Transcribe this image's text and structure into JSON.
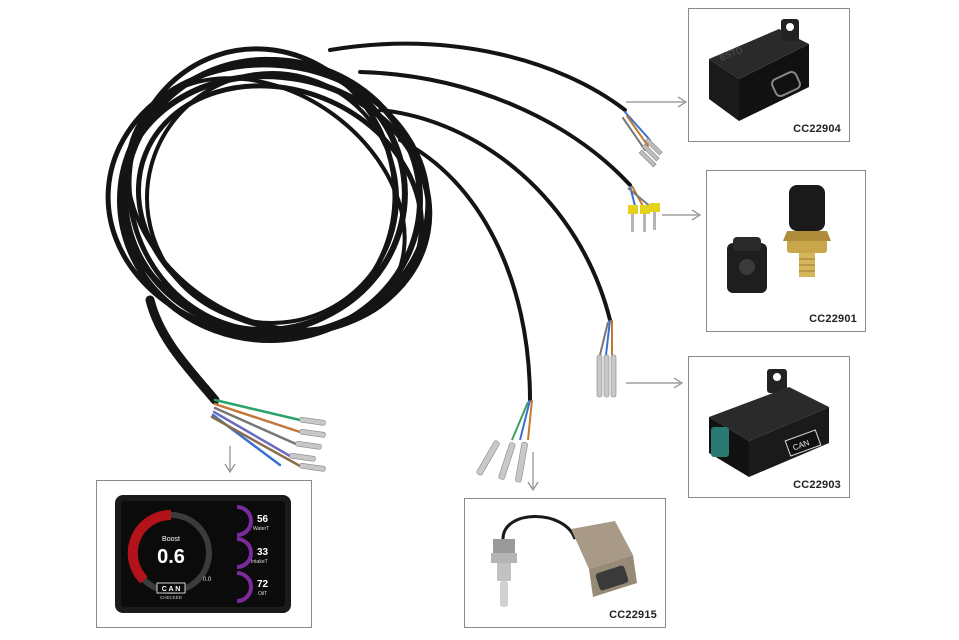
{
  "products": [
    {
      "code": "CC22904"
    },
    {
      "code": "CC22901"
    },
    {
      "code": "CC22903"
    },
    {
      "code": "CC22915"
    }
  ],
  "display": {
    "gauge_label": "Boost",
    "gauge_value": "0.6",
    "gauge_min": "0.0",
    "brand": "C A N",
    "brand_sub": "CHECKED",
    "readouts": [
      {
        "value": "56",
        "label": "WaterT"
      },
      {
        "value": "33",
        "label": "IntakeT"
      },
      {
        "value": "72",
        "label": "OilT"
      }
    ]
  },
  "colors": {
    "cable": "#141414",
    "box_border": "#8a8a8a",
    "arrow": "#8c8c8c",
    "gauge_red": "#b3121b",
    "gauge_purple": "#7a2a9a",
    "sensor_brass": "#c9a64a"
  }
}
